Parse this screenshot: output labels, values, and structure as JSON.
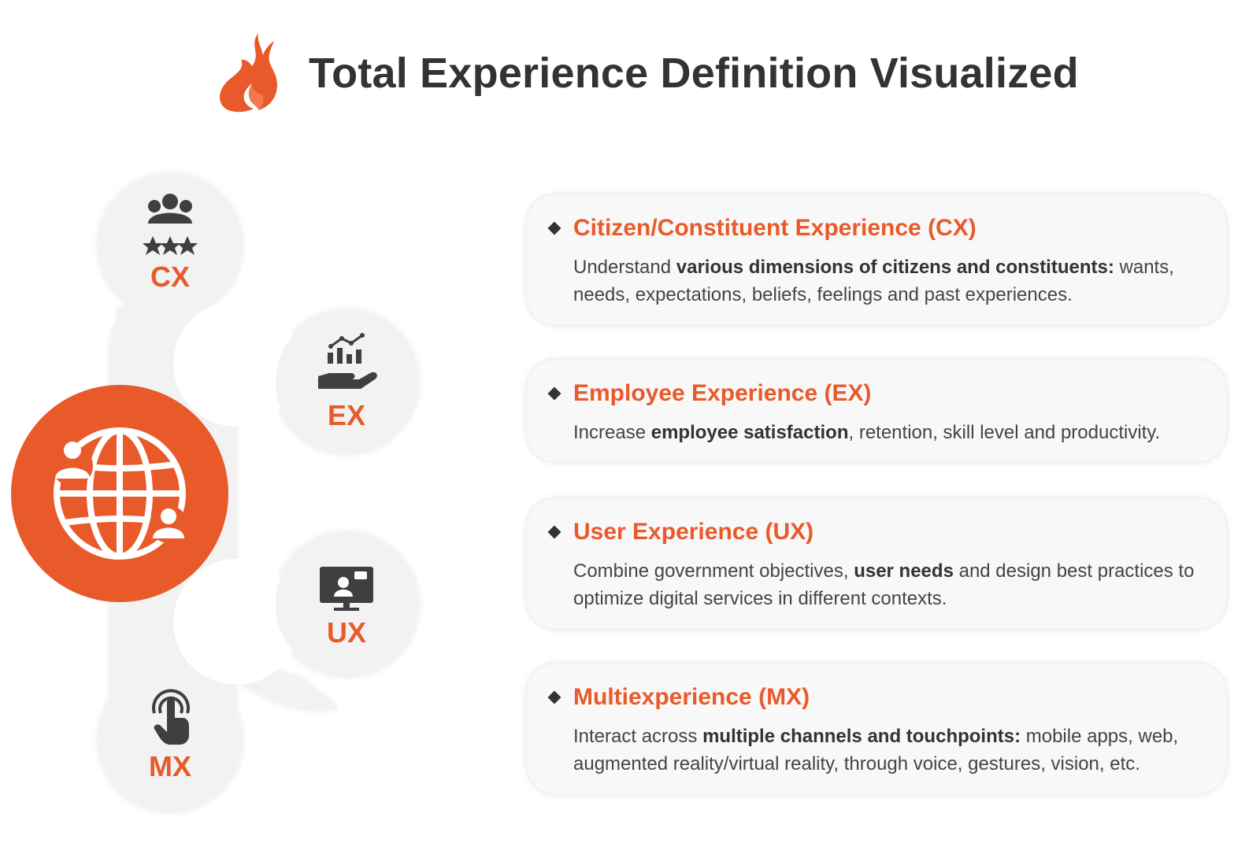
{
  "header": {
    "title": "Total Experience Definition Visualized",
    "logo_icon": "flame-logo-icon"
  },
  "colors": {
    "accent": "#E95A2A",
    "node_bg": "#f2f2f2",
    "text_dark": "#333333",
    "card_bg": "#f8f8f8"
  },
  "diagram": {
    "center_icon": "globe-people-icon",
    "nodes": [
      {
        "label": "CX",
        "icon": "people-rating-icon"
      },
      {
        "label": "EX",
        "icon": "hand-chart-icon"
      },
      {
        "label": "UX",
        "icon": "monitor-user-icon"
      },
      {
        "label": "MX",
        "icon": "touch-gesture-icon"
      }
    ]
  },
  "cards": [
    {
      "title": "Citizen/Constituent Experience (CX)",
      "desc_before": "Understand ",
      "desc_bold": "various dimensions of citizens and constituents:",
      "desc_after": " wants, needs, expectations, beliefs, feelings and past experiences."
    },
    {
      "title": "Employee Experience (EX)",
      "desc_before": "Increase ",
      "desc_bold": "employee satisfaction",
      "desc_after": ", retention, skill level and productivity."
    },
    {
      "title": "User Experience (UX)",
      "desc_before": "Combine government objectives, ",
      "desc_bold": "user needs",
      "desc_after": " and design best practices to optimize digital services in different contexts."
    },
    {
      "title": "Multiexperience (MX)",
      "desc_before": "Interact across ",
      "desc_bold": "multiple channels and touchpoints:",
      "desc_after": " mobile apps, web, augmented reality/virtual reality, through voice, gestures, vision, etc."
    }
  ]
}
